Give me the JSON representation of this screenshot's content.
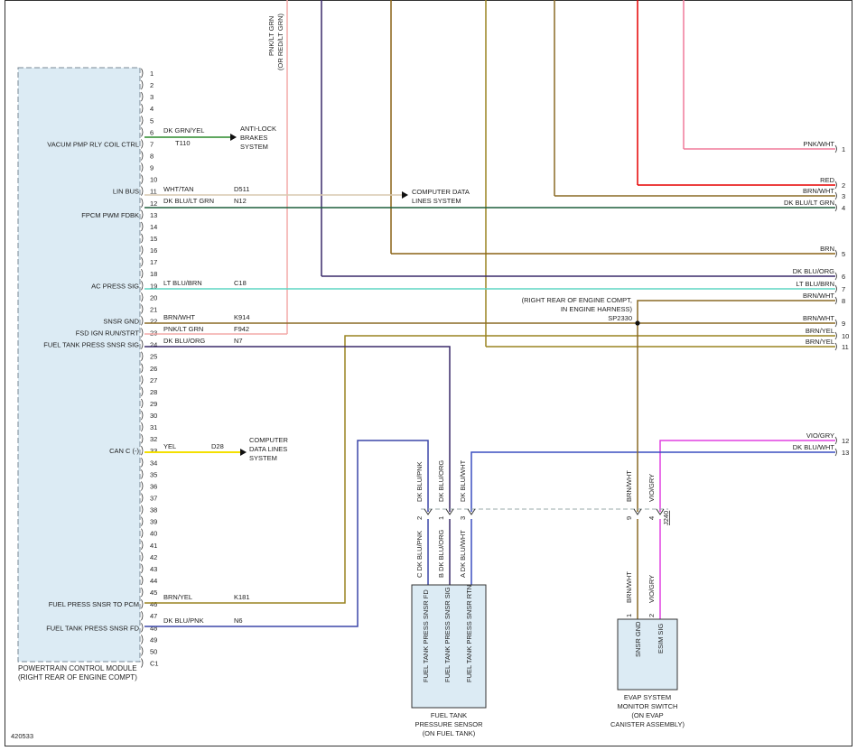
{
  "diagram_id": "420533",
  "pcm": {
    "title_lines": [
      "POWERTRAIN CONTROL MODULE",
      "(RIGHT REAR OF ENGINE COMPT)"
    ],
    "pins": [
      "1",
      "2",
      "3",
      "4",
      "5",
      "6",
      "7",
      "8",
      "9",
      "10",
      "11",
      "12",
      "13",
      "14",
      "15",
      "16",
      "17",
      "18",
      "19",
      "20",
      "21",
      "22",
      "23",
      "24",
      "25",
      "26",
      "27",
      "28",
      "29",
      "30",
      "31",
      "32",
      "33",
      "34",
      "35",
      "36",
      "37",
      "38",
      "39",
      "40",
      "41",
      "42",
      "43",
      "44",
      "45",
      "46",
      "47",
      "48",
      "49",
      "50",
      "C1"
    ],
    "signals": [
      {
        "pin": 7,
        "label": "VACUM PMP RLY COIL CTRL"
      },
      {
        "pin": 11,
        "label": "LIN BUS"
      },
      {
        "pin": 13,
        "label": "FPCM PWM FDBK"
      },
      {
        "pin": 19,
        "label": "AC PRESS SIG"
      },
      {
        "pin": 22,
        "label": "SNSR GND"
      },
      {
        "pin": 23,
        "label": "FSD IGN RUN/STRT"
      },
      {
        "pin": 24,
        "label": "FUEL TANK PRESS SNSR SIG"
      },
      {
        "pin": 33,
        "label": "CAN C (-)"
      },
      {
        "pin": 46,
        "label": "FUEL PRESS SNSR TO PCM"
      },
      {
        "pin": 48,
        "label": "FUEL TANK PRESS SNSR FD"
      }
    ],
    "wire_labels": [
      {
        "pin": 6,
        "color": "DK GRN/YEL",
        "circuit": "T110"
      },
      {
        "pin": 11,
        "color": "WHT/TAN",
        "circuit": "D511"
      },
      {
        "pin": 12,
        "color": "DK BLU/LT GRN",
        "circuit": "N12"
      },
      {
        "pin": 19,
        "color": "LT BLU/BRN",
        "circuit": "C18"
      },
      {
        "pin": 22,
        "color": "BRN/WHT",
        "circuit": "K914"
      },
      {
        "pin": 23,
        "color": "PNK/LT GRN",
        "circuit": "F942"
      },
      {
        "pin": 24,
        "color": "DK BLU/ORG",
        "circuit": "N7"
      },
      {
        "pin": 33,
        "color": "YEL",
        "circuit": "D28"
      },
      {
        "pin": 46,
        "color": "BRN/YEL",
        "circuit": "K181"
      },
      {
        "pin": 48,
        "color": "DK BLU/PNK",
        "circuit": "N6"
      }
    ]
  },
  "destinations": {
    "abs": [
      "ANTI-LOCK",
      "BRAKES",
      "SYSTEM"
    ],
    "data_lines_1": [
      "COMPUTER DATA",
      "LINES SYSTEM"
    ],
    "data_lines_2": [
      "COMPUTER",
      "DATA LINES",
      "SYSTEM"
    ]
  },
  "top_wire_label": [
    "PNK/LT GRN",
    "(OR RED/LT GRN)"
  ],
  "right_connector": [
    {
      "pin": "1",
      "color": "PNK/WHT"
    },
    {
      "pin": "2",
      "color": "RED"
    },
    {
      "pin": "3",
      "color": "BRN/WHT"
    },
    {
      "pin": "4",
      "color": "DK BLU/LT GRN"
    },
    {
      "pin": "5",
      "color": "BRN"
    },
    {
      "pin": "6",
      "color": "DK BLU/ORG"
    },
    {
      "pin": "7",
      "color": "LT BLU/BRN"
    },
    {
      "pin": "8",
      "color": "BRN/WHT"
    },
    {
      "pin": "9",
      "color": "BRN/WHT"
    },
    {
      "pin": "10",
      "color": "BRN/YEL"
    },
    {
      "pin": "11",
      "color": "BRN/YEL"
    },
    {
      "pin": "12",
      "color": "VIO/GRY"
    },
    {
      "pin": "13",
      "color": "DK BLU/WHT"
    }
  ],
  "splice": {
    "id": "SP2330",
    "location": [
      "(RIGHT REAR OF ENGINE COMPT,",
      "IN ENGINE HARNESS)"
    ]
  },
  "fuel_tank_sensor": {
    "title_lines": [
      "FUEL TANK",
      "PRESSURE SENSOR",
      "(ON FUEL TANK)"
    ],
    "upper_wires": [
      {
        "color": "DK BLU/PNK",
        "pin": "2"
      },
      {
        "color": "DK BLU/ORG",
        "pin": "1"
      },
      {
        "color": "DK BLU/WHT",
        "pin": "3"
      }
    ],
    "lower_wires": [
      "C DK BLU/PNK",
      "B DK BLU/ORG",
      "A DK BLU/WHT"
    ],
    "terminals": [
      "FUEL TANK PRESS SNSR FD",
      "FUEL TANK PRESS SNSR SIG",
      "FUEL TANK PRESS SNSR RTN"
    ]
  },
  "evap_switch": {
    "title_lines": [
      "EVAP SYSTEM",
      "MONITOR SWITCH",
      "(ON EVAP",
      "CANISTER ASSEMBLY)"
    ],
    "upper_wires": [
      {
        "color": "BRN/WHT",
        "pin": "9"
      },
      {
        "color": "VIO/GRY",
        "pin": "4"
      }
    ],
    "connector_ref": "J240",
    "lower_wires": [
      {
        "color": "BRN/WHT",
        "pin": "1"
      },
      {
        "color": "VIO/GRY",
        "pin": "2"
      }
    ],
    "terminals": [
      "SNSR GND",
      "ESIM SIG"
    ]
  },
  "colors": {
    "pnk_lt_grn": "#f4aaa8",
    "dk_grn_yel": "#2a8a2a",
    "wht_tan": "#d9c9b0",
    "dk_blu_lt_grn": "#1d5f3c",
    "lt_blu_brn": "#5fd6c4",
    "brn": "#8a6215",
    "brn_wht": "#8a6a25",
    "brn_yel": "#9a8420",
    "dk_blu_org": "#3a2a6a",
    "dk_blu_pnk": "#3b47a8",
    "dk_blu_wht": "#3a4ec0",
    "yel": "#f4e000",
    "red": "#e60000",
    "pnk_wht": "#f07a9a",
    "vio_gry": "#e040e0",
    "module_fill": "#dcebf4"
  }
}
